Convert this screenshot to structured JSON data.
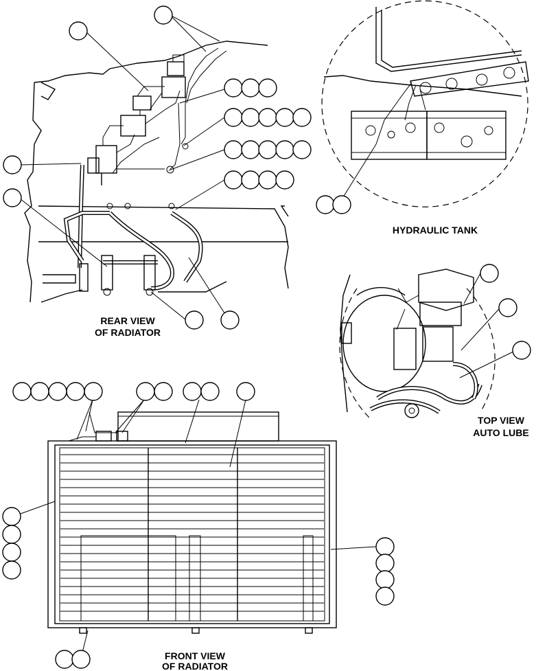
{
  "views": {
    "rear": {
      "line1": "REAR VIEW",
      "line2": "OF RADIATOR"
    },
    "hydraulic_tank": {
      "label": "HYDRAULIC TANK"
    },
    "top_view": {
      "line1": "TOP VIEW",
      "line2": "AUTO LUBE"
    },
    "front": {
      "line1": "FRONT VIEW",
      "line2": "OF RADIATOR"
    }
  },
  "colors": {
    "ink": "#000000",
    "paper": "#ffffff"
  }
}
